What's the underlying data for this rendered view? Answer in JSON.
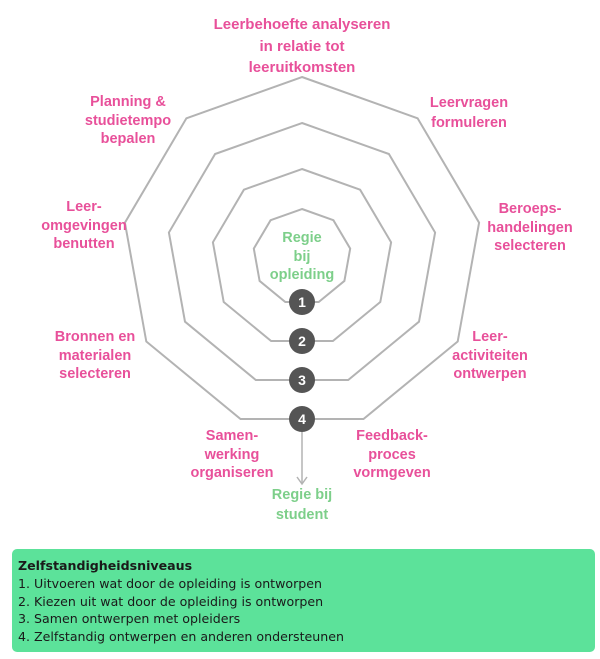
{
  "diagram": {
    "center_label": [
      "Regie",
      "bij",
      "opleiding"
    ],
    "outer_label": [
      "Regie bij",
      "student"
    ],
    "level_markers": [
      "1",
      "2",
      "3",
      "4"
    ],
    "colors": {
      "ring_stroke": "#b3b3b3",
      "marker_fill": "#555555",
      "marker_text": "#ffffff",
      "pink_text": "#e8509a",
      "green_text": "#7dcf8a",
      "legend_bg": "#5ce29a"
    },
    "aspects": [
      {
        "id": "leerbehoefte",
        "lines": [
          "Leerbehoefte analyseren",
          "in relatie tot",
          "leeruitkomsten"
        ]
      },
      {
        "id": "leervragen",
        "lines": [
          "Leervragen",
          "formuleren"
        ]
      },
      {
        "id": "beroepshandelingen",
        "lines": [
          "Beroeps-",
          "handelingen",
          "selecteren"
        ]
      },
      {
        "id": "leeractiviteiten",
        "lines": [
          "Leer-",
          "activiteiten",
          "ontwerpen"
        ]
      },
      {
        "id": "feedbackproces",
        "lines": [
          "Feedback-",
          "proces",
          "vormgeven"
        ]
      },
      {
        "id": "samenwerking",
        "lines": [
          "Samen-",
          "werking",
          "organiseren"
        ]
      },
      {
        "id": "bronnen",
        "lines": [
          "Bronnen en",
          "materialen",
          "selecteren"
        ]
      },
      {
        "id": "leeromgevingen",
        "lines": [
          "Leer-",
          "omgevingen",
          "benutten"
        ]
      },
      {
        "id": "planning",
        "lines": [
          "Planning &",
          "studietempo",
          "bepalen"
        ]
      }
    ]
  },
  "legend": {
    "title": "Zelfstandigheidsniveaus",
    "items": [
      "1. Uitvoeren wat door de opleiding is ontworpen",
      "2. Kiezen uit wat door de opleiding is ontworpen",
      "3. Samen ontwerpen met opleiders",
      "4. Zelfstandig ontwerpen en anderen ondersteunen"
    ]
  }
}
